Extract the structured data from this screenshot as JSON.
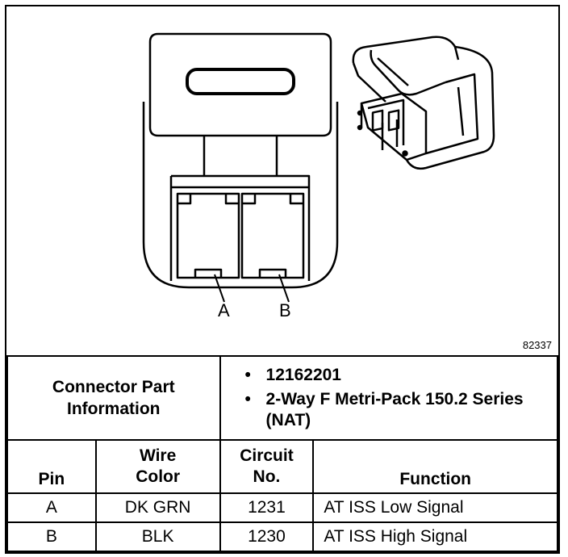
{
  "diagram": {
    "pins": [
      "A",
      "B"
    ],
    "figure_id": "82337"
  },
  "connector_info": {
    "label": "Connector Part Information",
    "bullets": [
      "12162201",
      "2-Way F Metri-Pack 150.2 Series (NAT)"
    ]
  },
  "table": {
    "headers": {
      "pin": "Pin",
      "wire_color": "Wire Color",
      "circuit": "Circuit No.",
      "function": "Function"
    },
    "rows": [
      {
        "pin": "A",
        "wire_color": "DK GRN",
        "circuit": "1231",
        "function": "AT ISS Low Signal"
      },
      {
        "pin": "B",
        "wire_color": "BLK",
        "circuit": "1230",
        "function": "AT ISS High Signal"
      }
    ]
  }
}
